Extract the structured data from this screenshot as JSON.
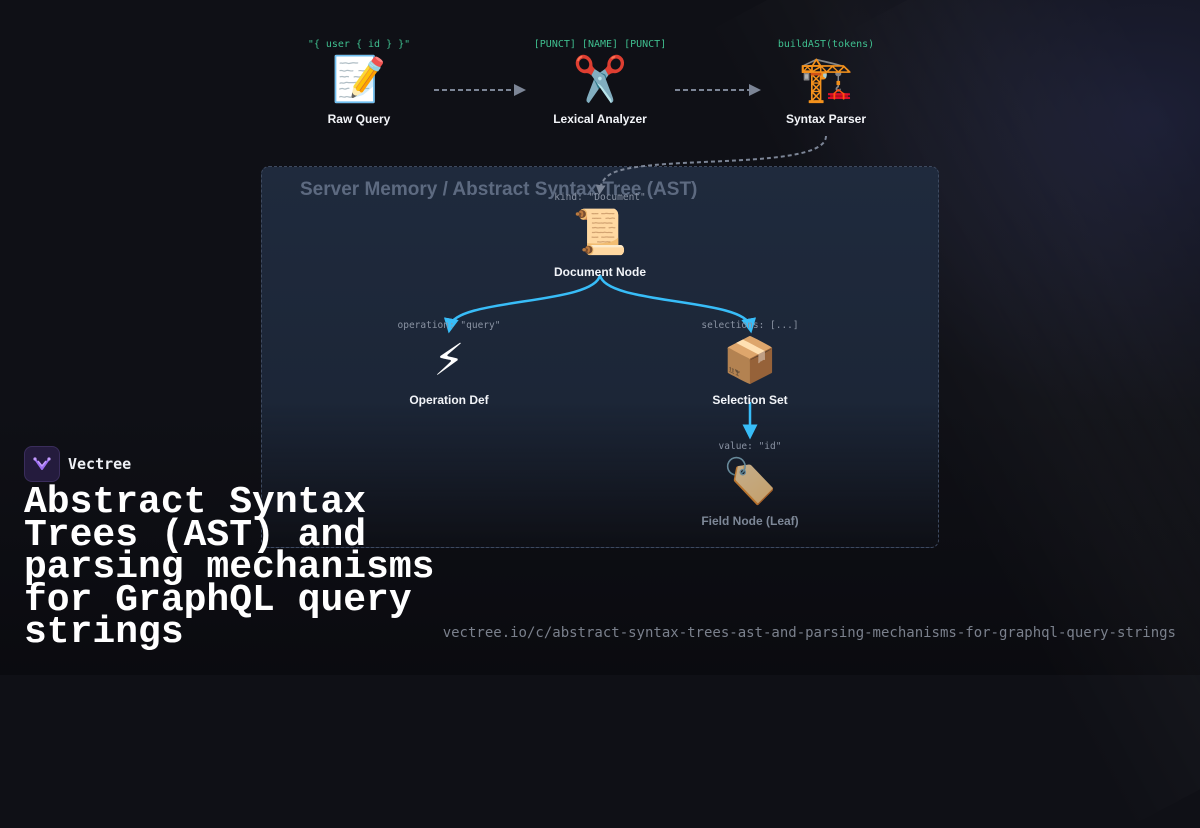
{
  "pipeline": {
    "raw_query": {
      "code": "\"{ user { id } }\"",
      "icon": "📝",
      "label": "Raw Query"
    },
    "lexer": {
      "code": "[PUNCT] [NAME] [PUNCT]",
      "icon": "✂️",
      "label": "Lexical Analyzer"
    },
    "parser": {
      "code": "buildAST(tokens)",
      "icon": "🏗️",
      "label": "Syntax Parser"
    }
  },
  "panel": {
    "title": "Server Memory / Abstract Syntax Tree (AST)"
  },
  "tree": {
    "document": {
      "code": "kind: \"Document\"",
      "icon": "📜",
      "label": "Document Node"
    },
    "operation": {
      "code": "operation: \"query\"",
      "icon": "⚡",
      "label": "Operation Def"
    },
    "selection": {
      "code": "selections: [...]",
      "icon": "📦",
      "label": "Selection Set"
    },
    "field": {
      "code": "value: \"id\"",
      "icon": "🏷️",
      "label": "Field Node (Leaf)"
    }
  },
  "colors": {
    "accent": "#38bdf8",
    "dashed": "#7c8596",
    "code_green": "#3fbf8f"
  },
  "brand": {
    "name": "Vectree",
    "logo_icon": "vectree-logo-icon"
  },
  "headline": "Abstract Syntax Trees (AST) and parsing mechanisms for GraphQL query strings",
  "url": "vectree.io/c/abstract-syntax-trees-ast-and-parsing-mechanisms-for-graphql-query-strings"
}
